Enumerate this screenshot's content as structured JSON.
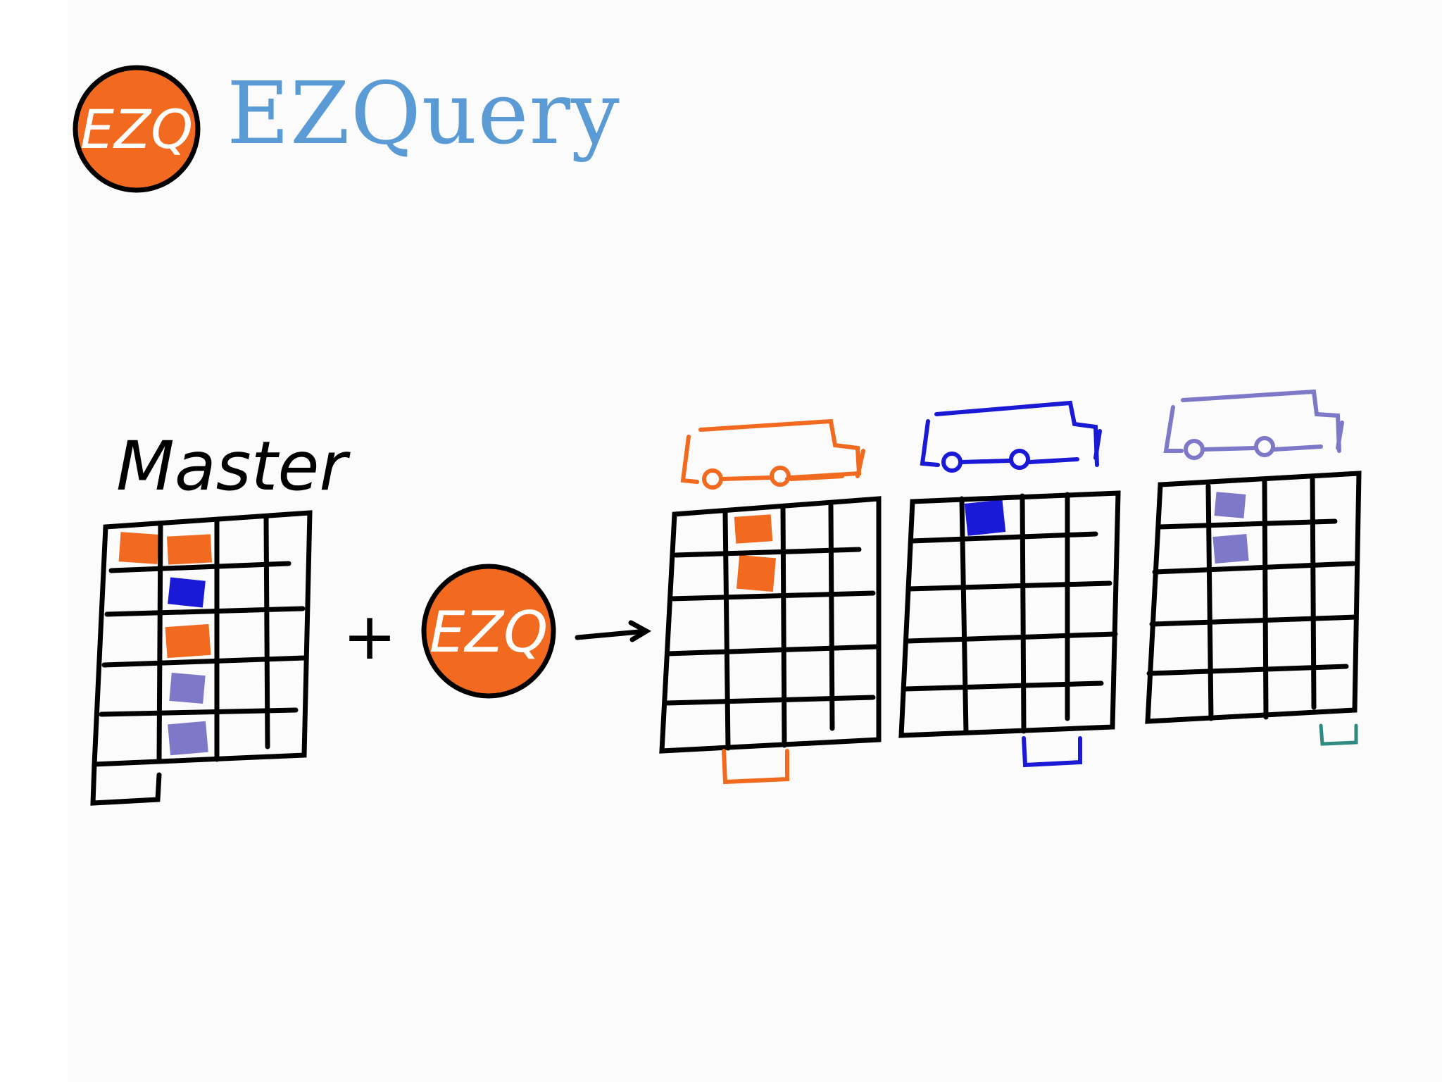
{
  "brand": {
    "logo_text": "EZQ",
    "title": "EZQuery"
  },
  "diagram": {
    "master_label": "Master",
    "plus_symbol": "+",
    "processor_logo_text": "EZQ"
  },
  "colors": {
    "orange": "#f26a1f",
    "blue": "#1a1ad6",
    "purple": "#7d78c8",
    "teal": "#2f8a80",
    "title_blue": "#5b9bd5",
    "ink": "#000000"
  },
  "icons": {
    "logo": "ezq-logo-circle",
    "arrow": "arrow-right-icon",
    "truck": "truck-icon",
    "bin": "bin-icon"
  }
}
